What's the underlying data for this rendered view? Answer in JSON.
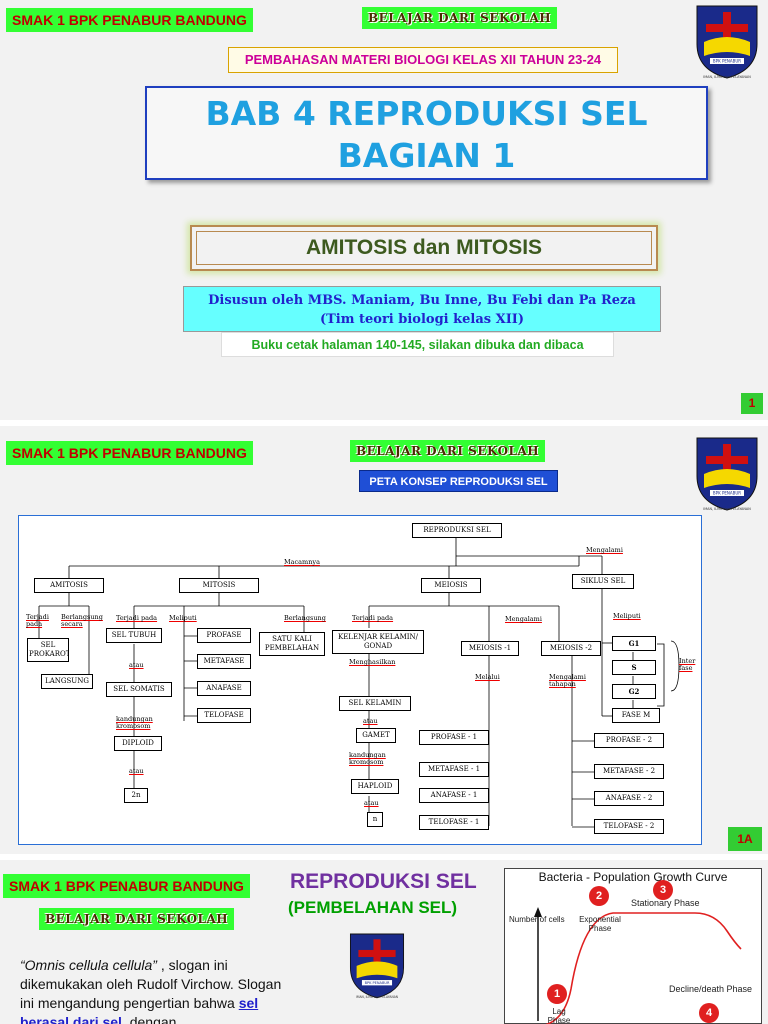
{
  "school_tag": "SMAK 1 BPK PENABUR BANDUNG",
  "belajar": "BELAJAR DARI SEKOLAH",
  "logo": {
    "text_top": "BPK PENABUR",
    "text_bottom": "IMAN, ILMU dan PELAYANAN"
  },
  "slide1": {
    "pembahasan": "PEMBAHASAN MATERI BIOLOGI KELAS XII TAHUN 23-24",
    "bab_line1": "BAB 4 REPRODUKSI SEL",
    "bab_line2": "BAGIAN 1",
    "amitosis_title": "AMITOSIS dan MITOSIS",
    "disusun_line1": "Disusun oleh MBS. Maniam, Bu Inne, Bu Febi dan Pa Reza",
    "disusun_line2": "(Tim teori biologi kelas XII)",
    "buku": "Buku cetak halaman 140-145, silakan dibuka dan dibaca",
    "slide_number": "1"
  },
  "slide2": {
    "peta_button": "PETA KONSEP REPRODUKSI SEL",
    "slide_number": "1A",
    "nodes": {
      "root": "REPRODUKSI SEL",
      "amitosis": "AMITOSIS",
      "mitosis": "MITOSIS",
      "meiosis": "MEIOSIS",
      "siklus": "SIKLUS SEL",
      "sel_prokarotik": "SEL PROKAROTIK",
      "langsung": "LANGSUNG",
      "sel_tubuh": "SEL TUBUH",
      "sel_somatis": "SEL SOMATIS",
      "diploid": "DIPLOID",
      "two_n": "2n",
      "profase": "PROFASE",
      "metafase": "METAFASE",
      "anafase": "ANAFASE",
      "telofase": "TELOFASE",
      "satu_kali": "SATU KALI PEMBELAHAN",
      "kelenjar": "KELENJAR KELAMIN/ GONAD",
      "sel_kelamin": "SEL  KELAMIN",
      "gamet": "GAMET",
      "haploid": "HAPLOID",
      "n": "n",
      "meiosis1": "MEIOSIS -1",
      "meiosis2": "MEIOSIS -2",
      "profase1": "PROFASE - 1",
      "metafase1": "METAFASE - 1",
      "anafase1": "ANAFASE - 1",
      "telofase1": "TELOFASE - 1",
      "profase2": "PROFASE - 2",
      "metafase2": "METAFASE - 2",
      "anafase2": "ANAFASE - 2",
      "telofase2": "TELOFASE - 2",
      "g1": "G1",
      "s": "S",
      "g2": "G2",
      "fase_m": "FASE  M"
    },
    "labels": {
      "macamnya": "Macamnya",
      "mengalami": "Mengalami",
      "terjadi_pada_a": "Terjadi pada",
      "berlangsung_secara": "Berlangsung secara",
      "terjadi_pada_m": "Terjadi pada",
      "meliputi": "Meliputi",
      "berlangsung": "Berlangsung",
      "terjadi_pada_me": "Terjadi pada",
      "mengalami2": "Mengalami",
      "meliputi2": "Meliputi",
      "atau1": "atau",
      "kandungan1": "kandungan kromosom",
      "atau2": "atau",
      "menghasilkan": "Menghasilkan",
      "atau3": "atau",
      "kandungan2": "kandungan kromosom",
      "atau4": "atau",
      "melalui": "Melalui",
      "mengalami_tahapan": "Mengalami tahapan",
      "inter_fase": "Inter fase"
    }
  },
  "slide3": {
    "title": "REPRODUKSI  SEL",
    "subtitle": "(PEMBELAHAN SEL)",
    "omnis_quote": "“Omnis cellula cellula”",
    "omnis_rest1": " , slogan ini dikemukakan oleh Rudolf Virchow. Slogan ini mengandung pengertian bahwa ",
    "omnis_link": "sel berasal dari sel",
    "omnis_rest2": ", dengan",
    "chart": {
      "title": "Bacteria - Population Growth Curve",
      "ylabel": "Number of cells",
      "phase_exp": "Exponential Phase",
      "phase_stationary": "Stationary Phase",
      "phase_lag": "Lag Phase",
      "phase_decline": "Decline/death Phase",
      "n1": "1",
      "n2": "2",
      "n3": "3",
      "n4": "4",
      "curve_color": "#e02020"
    }
  }
}
